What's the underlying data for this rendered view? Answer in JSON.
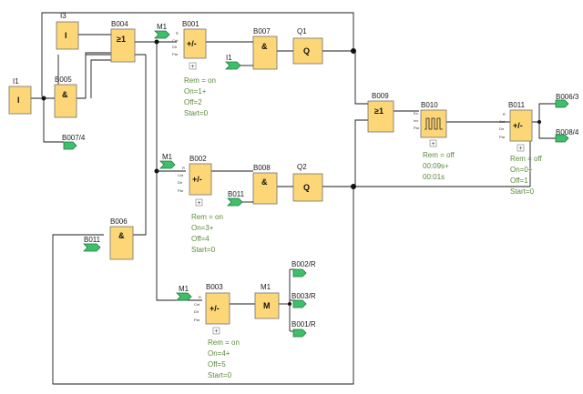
{
  "colors": {
    "block_fill": "#fdd777",
    "block_stroke": "#707070",
    "connector_fill": "#3fbf6a",
    "param_text": "#5a8a3a",
    "wire": "#1a1a1a"
  },
  "inputs": {
    "I1": {
      "name": "I1",
      "symbol": "I"
    },
    "I3": {
      "name": "I3",
      "symbol": "I"
    }
  },
  "blocks": {
    "B004": {
      "name": "B004",
      "symbol": "≥1"
    },
    "B005": {
      "name": "B005",
      "symbol": "&"
    },
    "B006": {
      "name": "B006",
      "symbol": "&"
    },
    "B007": {
      "name": "B007",
      "symbol": "&"
    },
    "B008": {
      "name": "B008",
      "symbol": "&"
    },
    "B009": {
      "name": "B009",
      "symbol": "≥1"
    },
    "B001": {
      "name": "B001",
      "symbol": "+/-",
      "params": [
        "Rem = on",
        "On=1+",
        "Off=2",
        "Start=0"
      ]
    },
    "B002": {
      "name": "B002",
      "symbol": "+/-",
      "params": [
        "Rem = on",
        "On=3+",
        "Off=4",
        "Start=0"
      ]
    },
    "B003": {
      "name": "B003",
      "symbol": "+/-",
      "params": [
        "Rem = on",
        "On=4+",
        "Off=5",
        "Start=0"
      ]
    },
    "B010": {
      "name": "B010",
      "params": [
        "Rem = off",
        "00:09s+",
        "00:01s"
      ]
    },
    "B011": {
      "name": "B011",
      "symbol": "+/-",
      "params": [
        "Rem = off",
        "On=0+",
        "Off=1",
        "Start=0"
      ]
    }
  },
  "outputs": {
    "Q1": {
      "name": "Q1",
      "symbol": "Q"
    },
    "Q2": {
      "name": "Q2",
      "symbol": "Q"
    },
    "M1": {
      "name": "M1",
      "symbol": "M"
    }
  },
  "connectors": {
    "m1_b001": "M1",
    "m1_b002": "M1",
    "m1_b003": "M1",
    "i1_b007": "I1",
    "b011_b008": "B011",
    "b011_b006": "B011",
    "b007_4": "B007/4",
    "b006_3": "B006/3",
    "b008_4": "B008/4",
    "b002_r": "B002/R",
    "b003_r": "B003/R",
    "b001_r": "B001/R"
  },
  "pins": {
    "r": "R",
    "cnt": "Cnt",
    "dir": "Dir",
    "par": "Par",
    "en": "En",
    "inv": "Inv"
  }
}
